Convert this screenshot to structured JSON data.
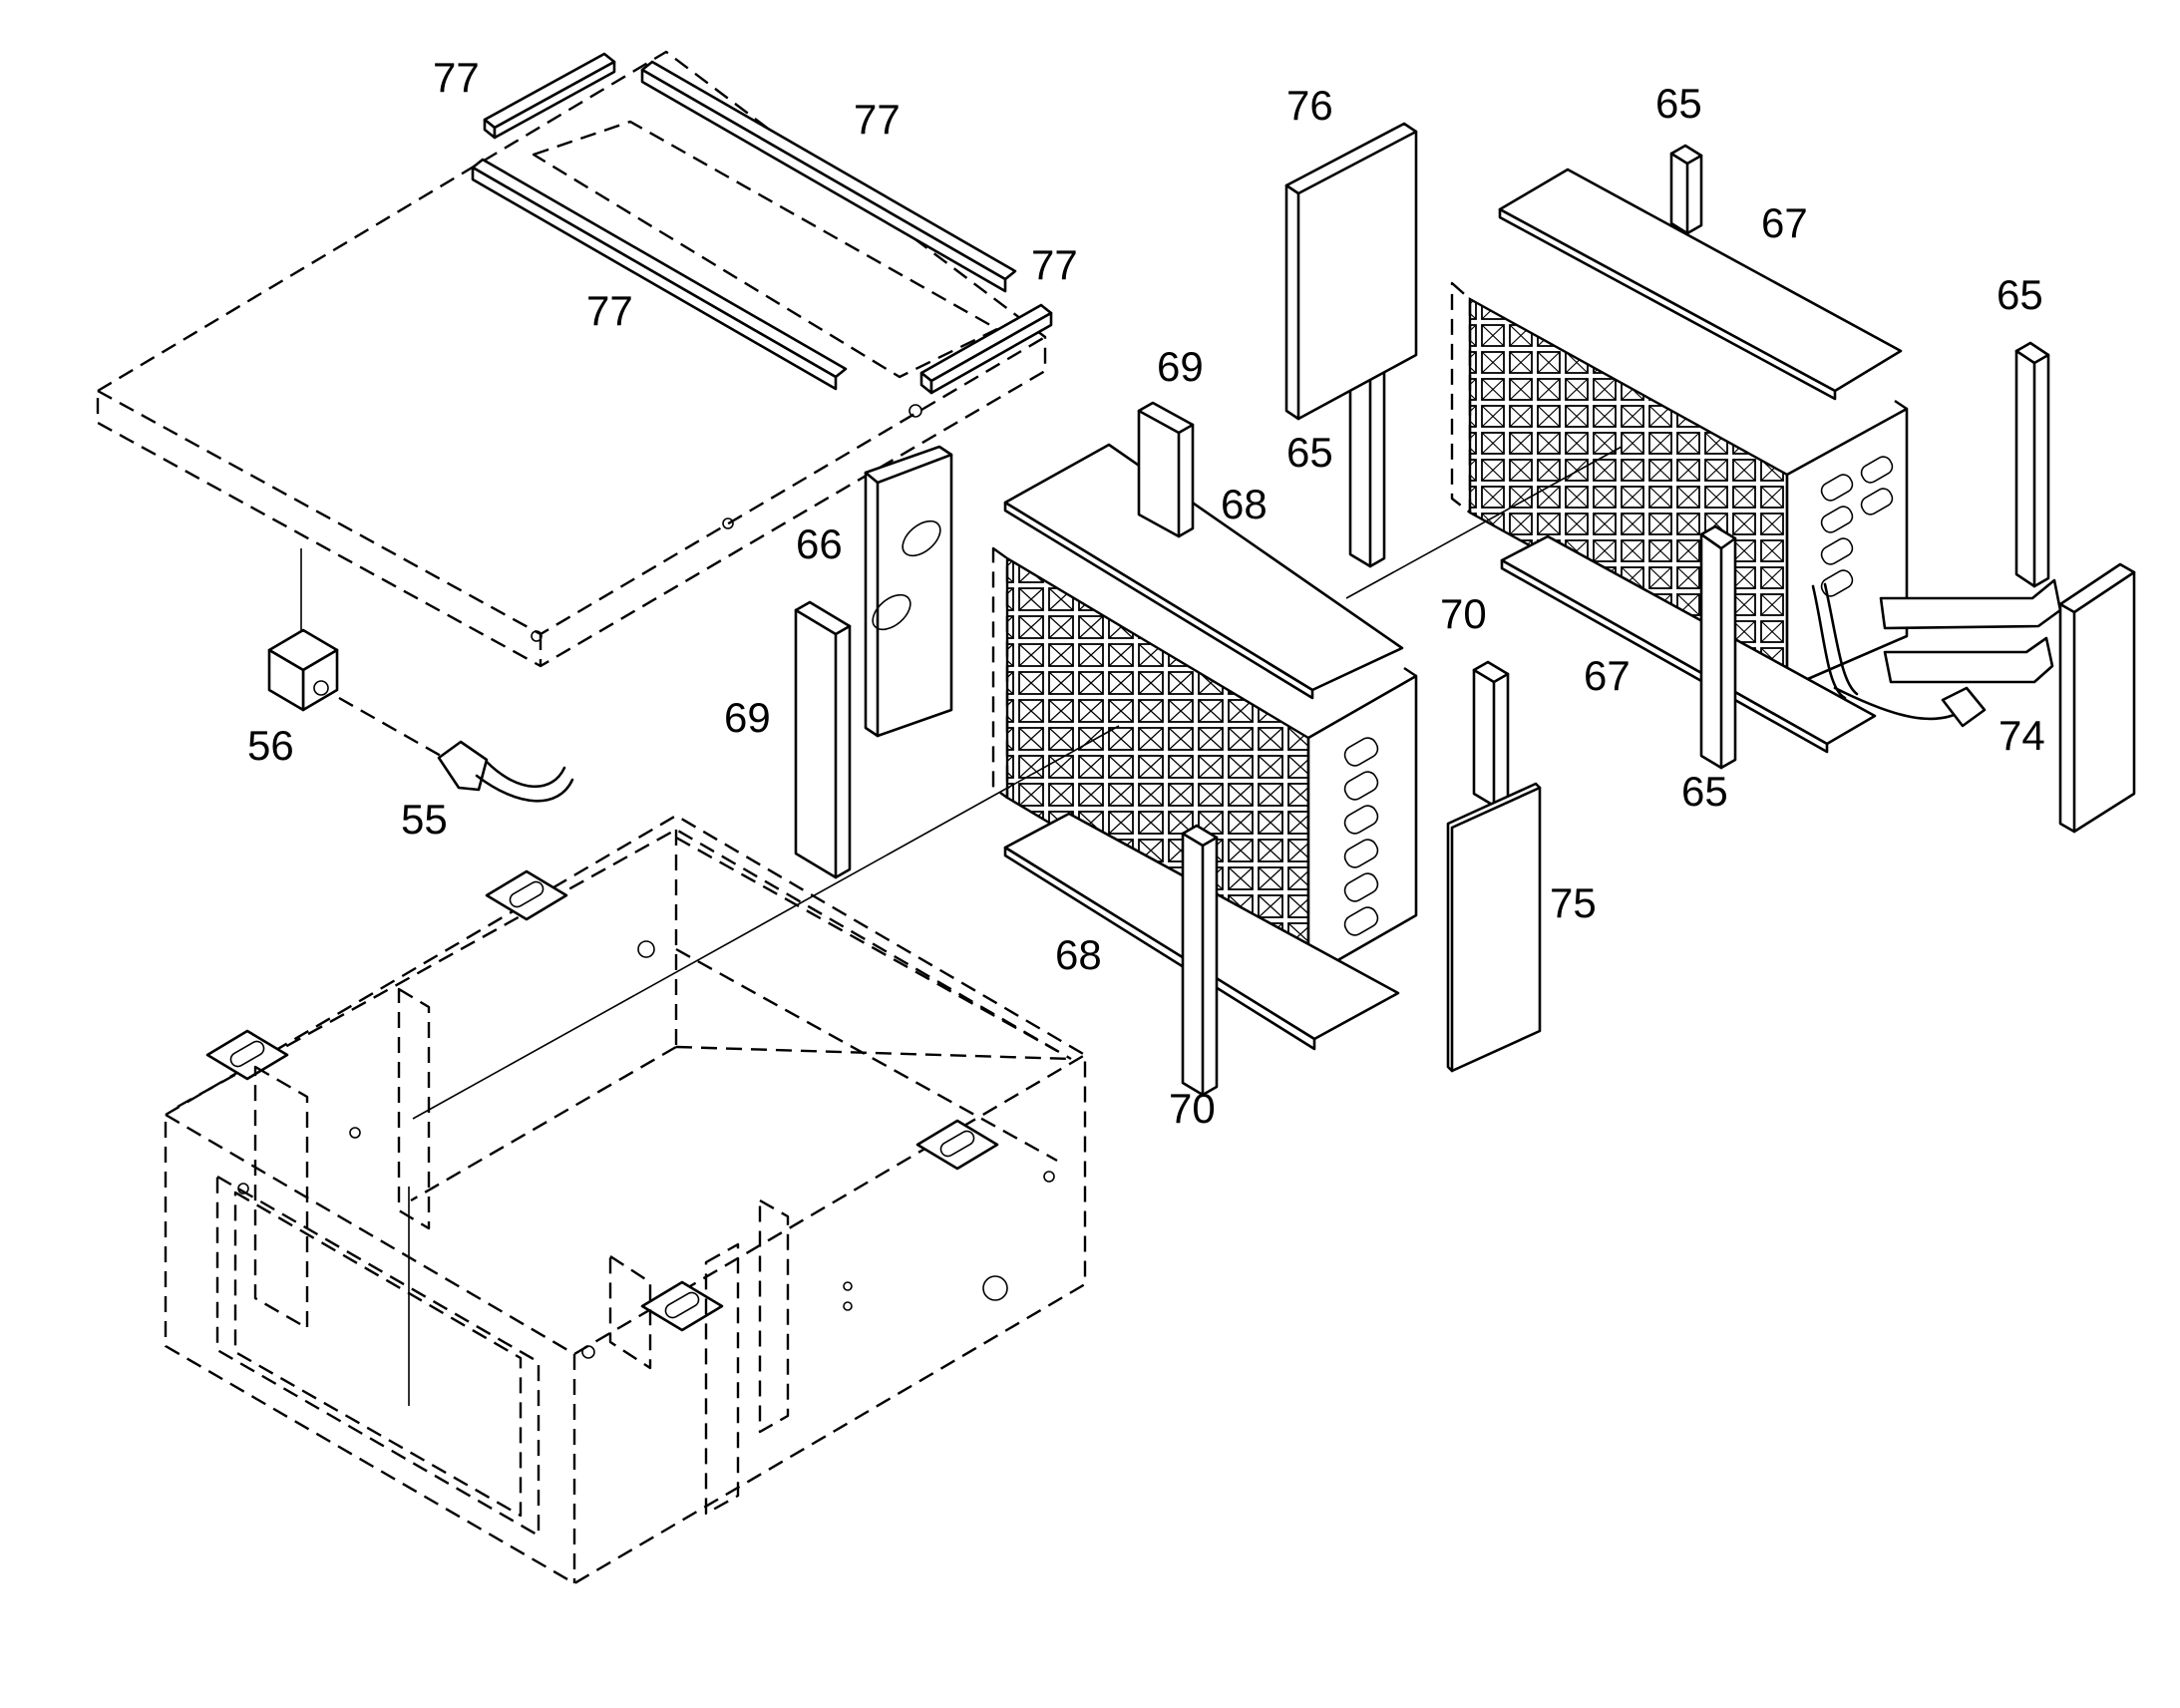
{
  "labels": {
    "l77a": "77",
    "l77b": "77",
    "l77c": "77",
    "l77d": "77",
    "l76": "76",
    "l65a": "65",
    "l65b": "65",
    "l65c": "65",
    "l65d": "65",
    "l67a": "67",
    "l67b": "67",
    "l69a": "69",
    "l69b": "69",
    "l68a": "68",
    "l68b": "68",
    "l66": "66",
    "l70a": "70",
    "l70b": "70",
    "l74": "74",
    "l75": "75",
    "l56": "56",
    "l55": "55"
  }
}
